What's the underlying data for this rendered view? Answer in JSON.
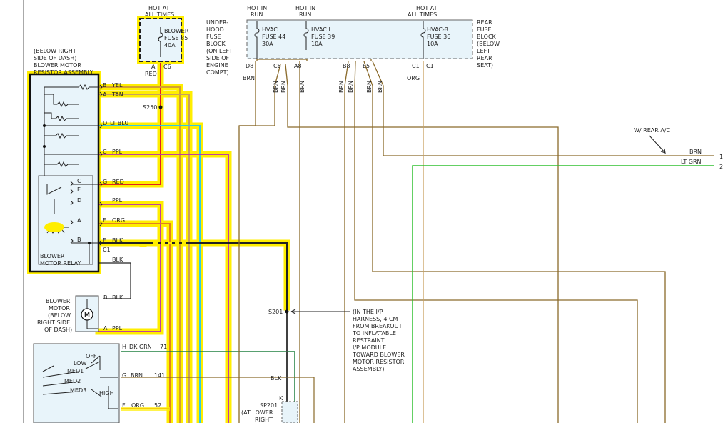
{
  "colors": {
    "highlight": "#ffee00",
    "red": "#e02020",
    "tan": "#c8a060",
    "ltblu": "#30c8e8",
    "ppl": "#c040a0",
    "org": "#e08020",
    "blk": "#222222",
    "brn": "#8a6a2a",
    "ltgrn": "#30c030",
    "dkgrn": "#208040",
    "boxfill": "#e8f4fa"
  },
  "power": {
    "hot_all_times_1": [
      "HOT AT",
      "ALL TIMES"
    ],
    "hot_run_1": [
      "HOT IN",
      "RUN"
    ],
    "hot_run_2": [
      "HOT IN",
      "RUN"
    ],
    "hot_all_times_2": [
      "HOT AT",
      "ALL TIMES"
    ]
  },
  "fuses": {
    "blower": [
      "BLOWER",
      "FUSE 35",
      "40A"
    ],
    "hvac44": [
      "HVAC",
      "FUSE 44",
      "30A"
    ],
    "hvac39": [
      "HVAC I",
      "FUSE 39",
      "10A"
    ],
    "hvacb36": [
      "HVAC-B",
      "FUSE 36",
      "10A"
    ]
  },
  "blocks": {
    "underhood": [
      "UNDER-",
      "HOOD",
      "FUSE",
      "BLOCK",
      "(ON LEFT",
      "SIDE OF",
      "ENGINE",
      "COMPT)"
    ],
    "rear": [
      "REAR",
      "FUSE",
      "BLOCK",
      "(BELOW",
      "LEFT",
      "REAR",
      "SEAT)"
    ],
    "resistor_assembly": [
      "(BELOW RIGHT",
      "SIDE OF DASH)",
      "BLOWER MOTOR",
      "RESISTOR ASSEMBLY"
    ],
    "relay": [
      "BLOWER",
      "MOTOR RELAY"
    ],
    "motor": [
      "BLOWER",
      "MOTOR",
      "(BELOW",
      "RIGHT SIDE",
      "OF DASH)"
    ]
  },
  "pins": {
    "fuse35_a": "A",
    "fuse35_c6": "C6",
    "d8": "D8",
    "c6": "C6",
    "a8": "A8",
    "b8": "B8",
    "e5": "E5",
    "c1a": "C1",
    "c1b": "C1",
    "res_b": "B",
    "res_a": "A",
    "res_d": "D",
    "res_c": "C",
    "res_g": "G",
    "res_f": "F",
    "res_e": "E",
    "res_c1": "C1",
    "relay_c": "C",
    "relay_e": "E",
    "relay_d": "D",
    "relay_a": "A",
    "relay_b": "B",
    "motor_b": "B",
    "motor_a": "A",
    "sw_h": "H",
    "sw_g": "G",
    "sw_f": "F",
    "sp_k": "K"
  },
  "wires": {
    "red_top": "RED",
    "yel": "YEL",
    "tan": "TAN",
    "ltblu": "LT BLU",
    "ppl1": "PPL",
    "red": "RED",
    "ppl2": "PPL",
    "org": "ORG",
    "blk": "BLK",
    "blk2": "BLK",
    "blk3": "BLK",
    "ppl3": "PPL",
    "dkgrn": "DK GRN",
    "dkgrn_num": "71",
    "brn": "BRN",
    "brn_num": "141",
    "org2": "ORG",
    "org_num": "52",
    "brn_d8": "BRN",
    "brn_c6": "BRN",
    "brn_c6b": "BRN",
    "brn_a8": "BRN",
    "brn_b8a": "BRN",
    "brn_b8b": "BRN",
    "brn_e5a": "BRN",
    "brn_e5b": "BRN",
    "org_c1": "ORG",
    "blk_s201": "BLK",
    "brn_right": "BRN",
    "ltgrn_right": "LT GRN",
    "pin1": "1",
    "pin2": "2"
  },
  "splices": {
    "s250": "S250",
    "s201": "S201",
    "sp201": [
      "SP201",
      "(AT LOWER",
      "RIGHT"
    ]
  },
  "notes": {
    "rear_ac": "W/ REAR A/C",
    "s201_note": [
      "(IN THE I/P",
      "HARNESS, 4 CM",
      "FROM BREAKOUT",
      "TO INFLATABLE",
      "RESTRAINT",
      "I/P MODULE",
      "TOWARD BLOWER",
      "MOTOR RESISTOR",
      "ASSEMBLY)"
    ]
  },
  "switch": {
    "off": "OFF",
    "low": "LOW",
    "med1": "MED1",
    "med2": "MED2",
    "med3": "MED3",
    "high": "HIGH"
  }
}
